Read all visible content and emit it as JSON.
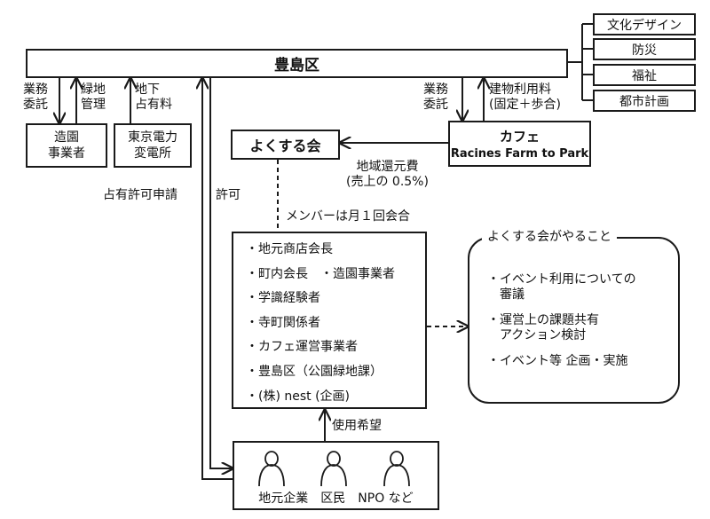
{
  "toshima": {
    "label": "豊島区"
  },
  "departments": [
    {
      "label": "文化デザイン"
    },
    {
      "label": "防災"
    },
    {
      "label": "福祉"
    },
    {
      "label": "都市計画"
    }
  ],
  "landscaper": {
    "label": "造園\n事業者"
  },
  "tepco": {
    "label": "東京電力\n変電所"
  },
  "cafe": {
    "title": "カフェ",
    "subtitle": "Racines Farm to Park"
  },
  "yokusuru": {
    "label": "よくする会"
  },
  "labels": {
    "gyomu_itaku_left": "業務\n委託",
    "ryokuchi_kanri": "緑地\n管理",
    "chika_senyu": "地下\n占有料",
    "senyu_kyoka_shinsei": "占有許可申請",
    "kyoka": "許可",
    "gyomu_itaku_right": "業務\n委託",
    "tatemono_riyoryo": "建物利用料\n(固定＋歩合)",
    "chiiki_kangen": "地域還元費\n(売上の 0.5%)",
    "member_meeting": "メンバーは月１回会合",
    "shiyo_kibo": "使用希望"
  },
  "members": [
    "・地元商店会長",
    "・町内会長　・造園事業者",
    "・学識経験者",
    "・寺町関係者",
    "・カフェ運営事業者",
    "・豊島区（公園緑地課）",
    "・(株) nest (企画)"
  ],
  "activities": {
    "title": "よくする会がやること",
    "items": [
      "・イベント利用についての\n　審議",
      "・運営上の課題共有\n　アクション検討",
      "・イベント等 企画・実施"
    ]
  },
  "users": {
    "label": "地元企業　区民　NPO など"
  },
  "icons": {
    "person": "person-icon",
    "arrow": "arrow-icon"
  }
}
